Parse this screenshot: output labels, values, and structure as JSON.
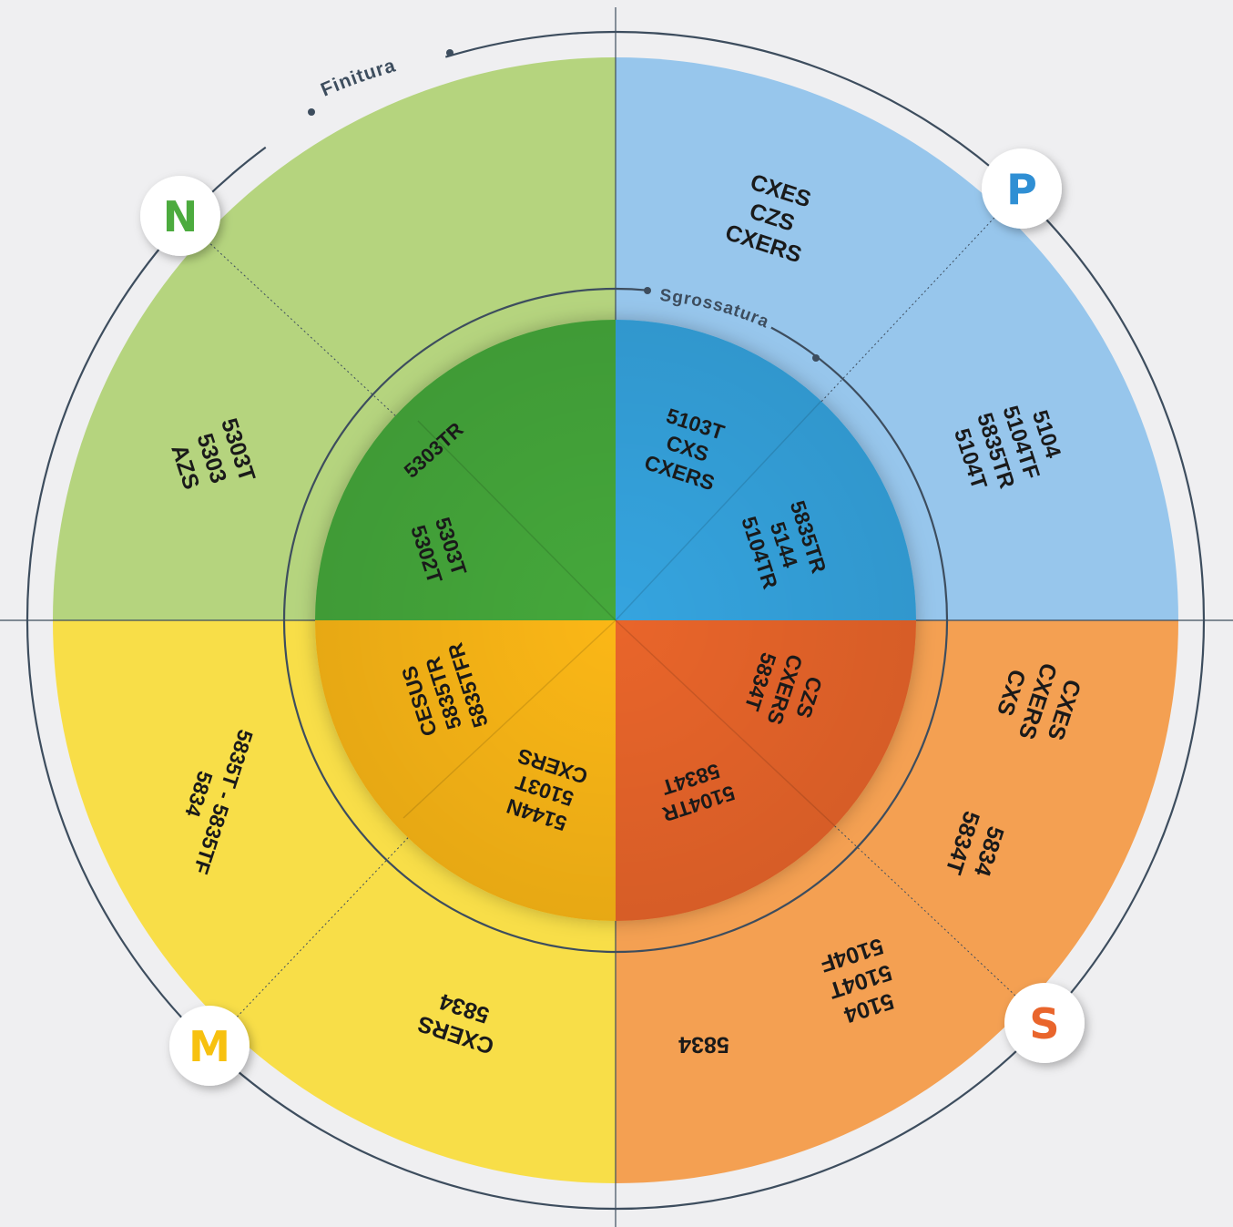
{
  "outer_label": "Finitura",
  "inner_label": "Sgrossatura",
  "colors": {
    "N_outer": "#b5d47e",
    "N_inner": "#45a83a",
    "P_outer": "#97c6ec",
    "P_inner": "#35a4df",
    "M_outer": "#f8de48",
    "M_inner": "#fbb715",
    "S_outer": "#f4a052",
    "S_inner": "#e9652c",
    "line": "#3d4d5e",
    "background": "#efeff1"
  },
  "badges": [
    {
      "letter": "N",
      "color": "#4cab3e"
    },
    {
      "letter": "P",
      "color": "#2f8fd4"
    },
    {
      "letter": "M",
      "color": "#f7c10f"
    },
    {
      "letter": "S",
      "color": "#e9652c"
    }
  ],
  "outer_groups": [
    {
      "lines": [
        "5303T",
        "5303",
        "AZS"
      ]
    },
    {
      "lines": [
        "CXES",
        "CZS",
        "CXERS"
      ]
    },
    {
      "lines": [
        "5104",
        "5104TF",
        "5835TR",
        "5104T"
      ]
    },
    {
      "lines": [
        "CXES",
        "CXERS",
        "CXS"
      ]
    },
    {
      "lines": [
        "5834",
        "5834T"
      ]
    },
    {
      "lines": [
        "5104",
        "5104T",
        "5104F"
      ]
    },
    {
      "lines": [
        "5834"
      ]
    },
    {
      "lines": [
        "CXERS",
        "5834"
      ]
    },
    {
      "lines": [
        "5835T - 5835TF",
        "5834"
      ]
    }
  ],
  "inner_groups": [
    {
      "lines": [
        "5303TR"
      ]
    },
    {
      "lines": [
        "5303T",
        "5302T"
      ]
    },
    {
      "lines": [
        "5103T",
        "CXS",
        "CXERS"
      ]
    },
    {
      "lines": [
        "5835TR",
        "5144",
        "5104TR"
      ]
    },
    {
      "lines": [
        "CZS",
        "CXERS",
        "5834T"
      ]
    },
    {
      "lines": [
        "5104TR",
        "5834T"
      ]
    },
    {
      "lines": [
        "5144N",
        "5103T",
        "CXERS"
      ]
    },
    {
      "lines": [
        "CESUS",
        "5835TR",
        "5835TFR"
      ]
    }
  ]
}
